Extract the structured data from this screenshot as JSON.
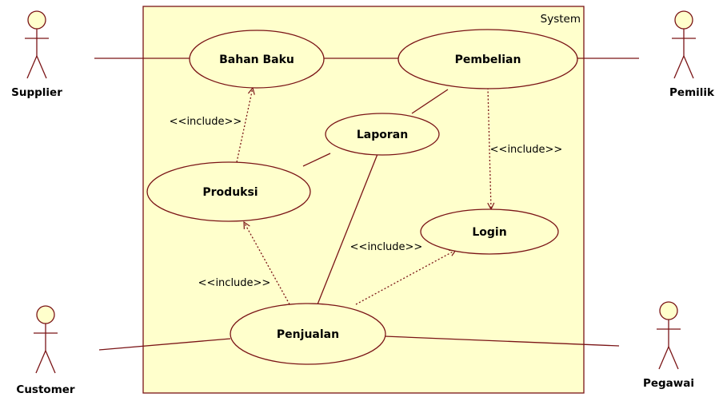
{
  "system": {
    "label": "System"
  },
  "colors": {
    "line": "#7a1416",
    "fill": "#ffffcc",
    "text": "#000000"
  },
  "actors": {
    "supplier": "Supplier",
    "pemilik": "Pemilik",
    "customer": "Customer",
    "pegawai": "Pegawai"
  },
  "usecases": {
    "bahan_baku": "Bahan Baku",
    "pembelian": "Pembelian",
    "laporan": "Laporan",
    "produksi": "Produksi",
    "login": "Login",
    "penjualan": "Penjualan"
  },
  "stereotypes": {
    "include_produksi_bahanbaku": "<<include>>",
    "include_pembelian_login": "<<include>>",
    "include_penjualan_login": "<<include>>",
    "include_penjualan_produksi": "<<include>>"
  }
}
